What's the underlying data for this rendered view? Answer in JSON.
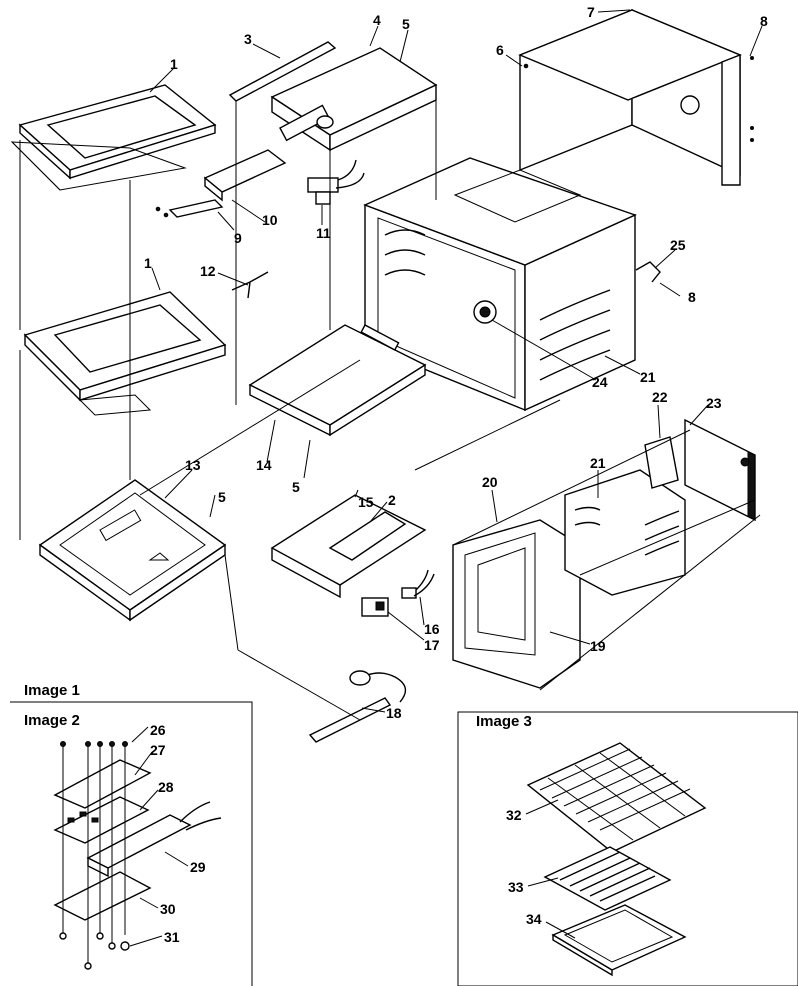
{
  "insets": {
    "image1": "Image 1",
    "image2": "Image 2",
    "image3": "Image 3"
  },
  "callouts": {
    "c1a": "1",
    "c1b": "1",
    "c2": "2",
    "c3": "3",
    "c4": "4",
    "c5a": "5",
    "c5b": "5",
    "c5c": "5",
    "c6": "6",
    "c7": "7",
    "c8a": "8",
    "c8b": "8",
    "c9": "9",
    "c10": "10",
    "c11": "11",
    "c12": "12",
    "c13": "13",
    "c14": "14",
    "c15": "15",
    "c16": "16",
    "c17": "17",
    "c18": "18",
    "c19": "19",
    "c20": "20",
    "c21a": "21",
    "c21b": "21",
    "c22": "22",
    "c23": "23",
    "c24": "24",
    "c25": "25",
    "c26": "26",
    "c27": "27",
    "c28": "28",
    "c29": "29",
    "c30": "30",
    "c31": "31",
    "c32": "32",
    "c33": "33",
    "c34": "34"
  }
}
